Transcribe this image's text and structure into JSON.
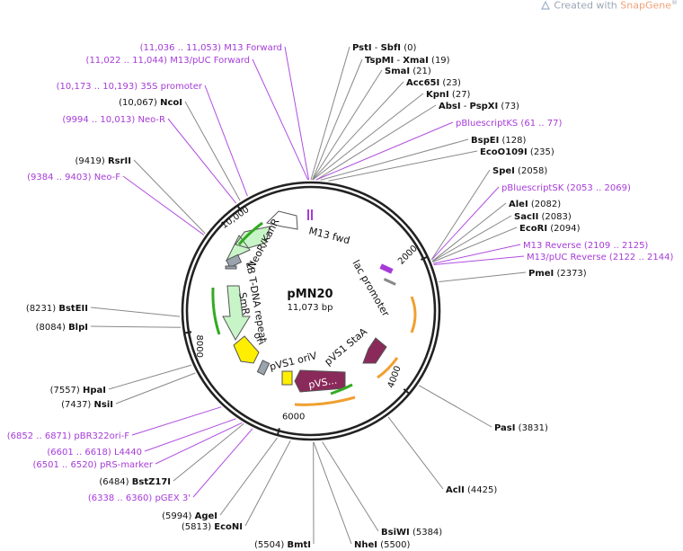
{
  "watermark": {
    "prefix": "Created with ",
    "brand": "SnapGene",
    "mark": "®"
  },
  "plasmid": {
    "name": "pMN20",
    "size_label": "11,073 bp",
    "length": 11073
  },
  "colors": {
    "enzyme_line": "#888888",
    "primer_line": "#b04ee0",
    "primer_text": "#a63bd8",
    "backbone": "#222222",
    "NeoR": "#c8f5c8",
    "SmR": "#c8f5c8",
    "ori": "#ffee00",
    "pVS1_StaA": "#8a2a5a",
    "pVS1_RepA": "#8a2a5a",
    "lac_promoter": "#999999",
    "promoter_arrow": "#ffffff",
    "primer_arrow_orange": "#f0a030",
    "primer_arrow_green": "#33aa22"
  },
  "ticks": [
    {
      "pos": 2000,
      "label": "2000"
    },
    {
      "pos": 4000,
      "label": "4000"
    },
    {
      "pos": 6000,
      "label": "6000"
    },
    {
      "pos": 8000,
      "label": "8000"
    },
    {
      "pos": 10000,
      "label": "10,000"
    }
  ],
  "features": [
    {
      "name": "M13 fwd",
      "type": "primer_site",
      "pos": 60
    },
    {
      "name": "lac promoter",
      "type": "promoter_small",
      "pos": 1500
    },
    {
      "name": "pVS1 StaA",
      "type": "gene",
      "pos": 4400
    },
    {
      "name": "pVS1 oriV",
      "type": "origin_small",
      "pos": 5400
    },
    {
      "name": "pVS...",
      "type": "gene",
      "pos": 5100
    },
    {
      "name": "ori",
      "type": "origin",
      "pos": 7500
    },
    {
      "name": "SmR",
      "type": "gene",
      "pos": 8700
    },
    {
      "name": "LB T-DNA repeat",
      "type": "repeat",
      "pos": 9300
    },
    {
      "name": "NeoR/KanR",
      "type": "gene",
      "pos": 9700
    }
  ],
  "labels": [
    {
      "name": "PstI",
      "sep": " - ",
      "name2": "SbfI",
      "pos": "(0)",
      "kind": "enzyme"
    },
    {
      "name": "TspMI",
      "sep": " - ",
      "name2": "XmaI",
      "pos": "(19)",
      "kind": "enzyme"
    },
    {
      "name": "SmaI",
      "sep": "",
      "name2": "",
      "pos": "(21)",
      "kind": "enzyme"
    },
    {
      "name": "Acc65I",
      "sep": "",
      "name2": "",
      "pos": "(23)",
      "kind": "enzyme"
    },
    {
      "name": "KpnI",
      "sep": "",
      "name2": "",
      "pos": "(27)",
      "kind": "enzyme"
    },
    {
      "name": "AbsI",
      "sep": " - ",
      "name2": "PspXI",
      "pos": "(73)",
      "kind": "enzyme"
    },
    {
      "name": "pBluescriptKS",
      "sep": "",
      "name2": "",
      "pos": "(61 .. 77)",
      "kind": "primer"
    },
    {
      "name": "BspEI",
      "sep": "",
      "name2": "",
      "pos": "(128)",
      "kind": "enzyme"
    },
    {
      "name": "EcoO109I",
      "sep": "",
      "name2": "",
      "pos": "(235)",
      "kind": "enzyme"
    },
    {
      "name": "SpeI",
      "sep": "",
      "name2": "",
      "pos": "(2058)",
      "kind": "enzyme"
    },
    {
      "name": "pBluescriptSK",
      "sep": "",
      "name2": "",
      "pos": "(2053 .. 2069)",
      "kind": "primer"
    },
    {
      "name": "AleI",
      "sep": "",
      "name2": "",
      "pos": "(2082)",
      "kind": "enzyme"
    },
    {
      "name": "SacII",
      "sep": "",
      "name2": "",
      "pos": "(2083)",
      "kind": "enzyme"
    },
    {
      "name": "EcoRI",
      "sep": "",
      "name2": "",
      "pos": "(2094)",
      "kind": "enzyme"
    },
    {
      "name": "M13 Reverse",
      "sep": "",
      "name2": "",
      "pos": "(2109 .. 2125)",
      "kind": "primer"
    },
    {
      "name": "M13/pUC Reverse",
      "sep": "",
      "name2": "",
      "pos": "(2122 .. 2144)",
      "kind": "primer"
    },
    {
      "name": "PmeI",
      "sep": "",
      "name2": "",
      "pos": "(2373)",
      "kind": "enzyme"
    },
    {
      "name": "PasI",
      "sep": "",
      "name2": "",
      "pos": "(3831)",
      "kind": "enzyme"
    },
    {
      "name": "AclI",
      "sep": "",
      "name2": "",
      "pos": "(4425)",
      "kind": "enzyme"
    },
    {
      "name": "BsiWI",
      "sep": "",
      "name2": "",
      "pos": "(5384)",
      "kind": "enzyme"
    },
    {
      "name": "NheI",
      "sep": "",
      "name2": "",
      "pos": "(5500)",
      "kind": "enzyme"
    },
    {
      "name": "BmtI",
      "sep": "",
      "name2": "",
      "pos": "(5504)",
      "kind": "enzyme",
      "pos_first": true
    },
    {
      "name": "EcoNI",
      "sep": "",
      "name2": "",
      "pos": "(5813)",
      "kind": "enzyme",
      "pos_first": true
    },
    {
      "name": "AgeI",
      "sep": "",
      "name2": "",
      "pos": "(5994)",
      "kind": "enzyme",
      "pos_first": true
    },
    {
      "name": "pGEX 3'",
      "sep": "",
      "name2": "",
      "pos": "(6338 .. 6360)",
      "kind": "primer",
      "pos_first": true
    },
    {
      "name": "BstZ17I",
      "sep": "",
      "name2": "",
      "pos": "(6484)",
      "kind": "enzyme",
      "pos_first": true
    },
    {
      "name": "pRS-marker",
      "sep": "",
      "name2": "",
      "pos": "(6501 .. 6520)",
      "kind": "primer",
      "pos_first": true
    },
    {
      "name": "L4440",
      "sep": "",
      "name2": "",
      "pos": "(6601 .. 6618)",
      "kind": "primer",
      "pos_first": true
    },
    {
      "name": "pBR322ori-F",
      "sep": "",
      "name2": "",
      "pos": "(6852 .. 6871)",
      "kind": "primer",
      "pos_first": true
    },
    {
      "name": "NsiI",
      "sep": "",
      "name2": "",
      "pos": "(7437)",
      "kind": "enzyme",
      "pos_first": true
    },
    {
      "name": "HpaI",
      "sep": "",
      "name2": "",
      "pos": "(7557)",
      "kind": "enzyme",
      "pos_first": true
    },
    {
      "name": "BlpI",
      "sep": "",
      "name2": "",
      "pos": "(8084)",
      "kind": "enzyme",
      "pos_first": true
    },
    {
      "name": "BstEII",
      "sep": "",
      "name2": "",
      "pos": "(8231)",
      "kind": "enzyme",
      "pos_first": true
    },
    {
      "name": "Neo-F",
      "sep": "",
      "name2": "",
      "pos": "(9384 .. 9403)",
      "kind": "primer",
      "pos_first": true
    },
    {
      "name": "RsrII",
      "sep": "",
      "name2": "",
      "pos": "(9419)",
      "kind": "enzyme",
      "pos_first": true
    },
    {
      "name": "Neo-R",
      "sep": "",
      "name2": "",
      "pos": "(9994 .. 10,013)",
      "kind": "primer",
      "pos_first": true
    },
    {
      "name": "NcoI",
      "sep": "",
      "name2": "",
      "pos": "(10,067)",
      "kind": "enzyme",
      "pos_first": true
    },
    {
      "name": "35S promoter",
      "sep": "",
      "name2": "",
      "pos": "(10,173 .. 10,193)",
      "kind": "primer",
      "pos_first": true
    },
    {
      "name": "M13/pUC Forward",
      "sep": "",
      "name2": "",
      "pos": "(11,022 .. 11,044)",
      "kind": "primer",
      "pos_first": true
    },
    {
      "name": "M13 Forward",
      "sep": "",
      "name2": "",
      "pos": "(11,036 .. 11,053)",
      "kind": "primer",
      "pos_first": true
    }
  ]
}
